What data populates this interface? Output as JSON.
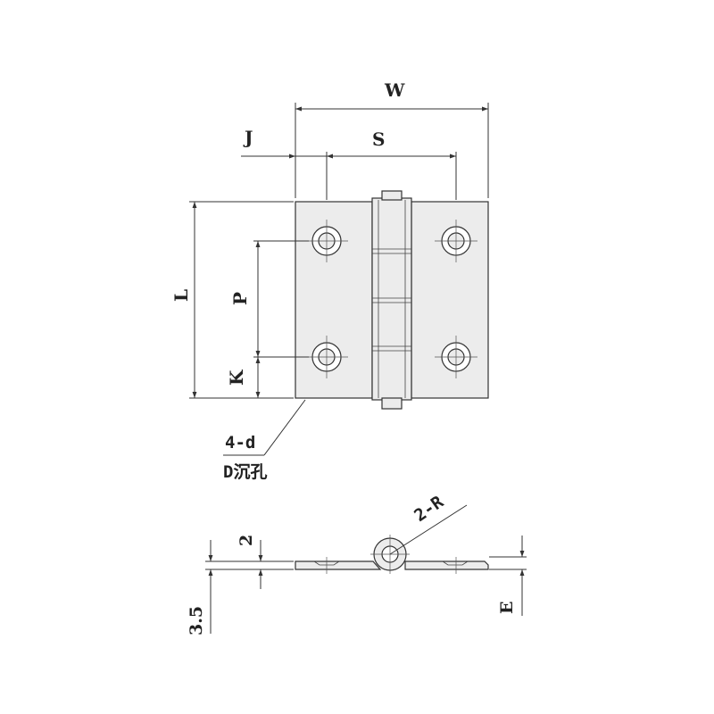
{
  "labels": {
    "width": "W",
    "screw_spacing": "S",
    "edge_offset": "J",
    "length": "L",
    "hole_pitch": "P",
    "end_offset": "K",
    "hole_note_top": "4-d",
    "hole_note_bottom": "D沉孔",
    "knuckle_radius": "2-R",
    "leaf_thickness": "2",
    "overall_thickness": "3.5",
    "height_e": "E"
  },
  "colors": {
    "line": "#333333",
    "body_fill": "#ececec",
    "text": "#222222"
  }
}
